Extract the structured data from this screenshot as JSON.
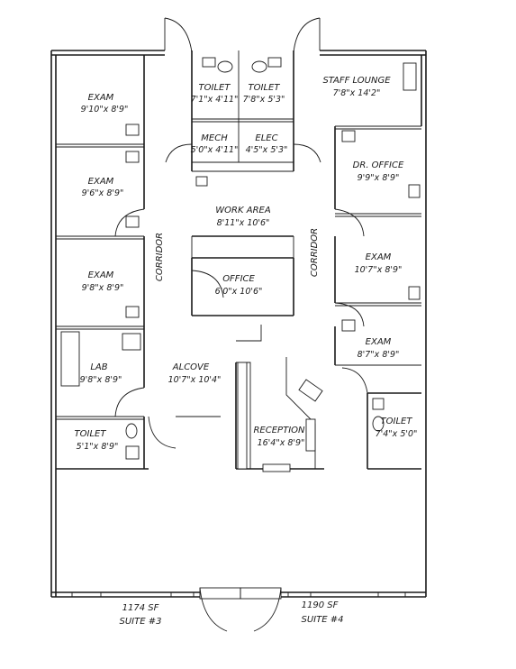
{
  "rooms": [
    {
      "name": "EXAM",
      "dims": "9'10\"x 8'9\""
    },
    {
      "name": "EXAM",
      "dims": "9'6\"x 8'9\""
    },
    {
      "name": "EXAM",
      "dims": "9'8\"x 8'9\""
    },
    {
      "name": "LAB",
      "dims": "9'8\"x 8'9\""
    },
    {
      "name": "TOILET",
      "dims": "5'1\"x 8'9\""
    },
    {
      "name": "TOILET",
      "dims": "7'1\"x 4'11\""
    },
    {
      "name": "TOILET",
      "dims": "7'8\"x 5'3\""
    },
    {
      "name": "STAFF LOUNGE",
      "dims": "7'8\"x 14'2\""
    },
    {
      "name": "MECH",
      "dims": "5'0\"x 4'11\""
    },
    {
      "name": "ELEC",
      "dims": "4'5\"x 5'3\""
    },
    {
      "name": "DR. OFFICE",
      "dims": "9'9\"x 8'9\""
    },
    {
      "name": "WORK AREA",
      "dims": "8'11\"x 10'6\""
    },
    {
      "name": "OFFICE",
      "dims": "6'0\"x 10'6\""
    },
    {
      "name": "EXAM",
      "dims": "10'7\"x 8'9\""
    },
    {
      "name": "EXAM",
      "dims": "8'7\"x 8'9\""
    },
    {
      "name": "ALCOVE",
      "dims": "10'7\"x 10'4\""
    },
    {
      "name": "RECEPTION",
      "dims": "16'4\"x 8'9\""
    },
    {
      "name": "TOILET",
      "dims": "7'4\"x 5'0\""
    }
  ],
  "corridors": [
    "CORRIDOR",
    "CORRIDOR"
  ],
  "suites": [
    {
      "area": "1174 SF",
      "name": "SUITE #3"
    },
    {
      "area": "1190 SF",
      "name": "SUITE #4"
    }
  ]
}
